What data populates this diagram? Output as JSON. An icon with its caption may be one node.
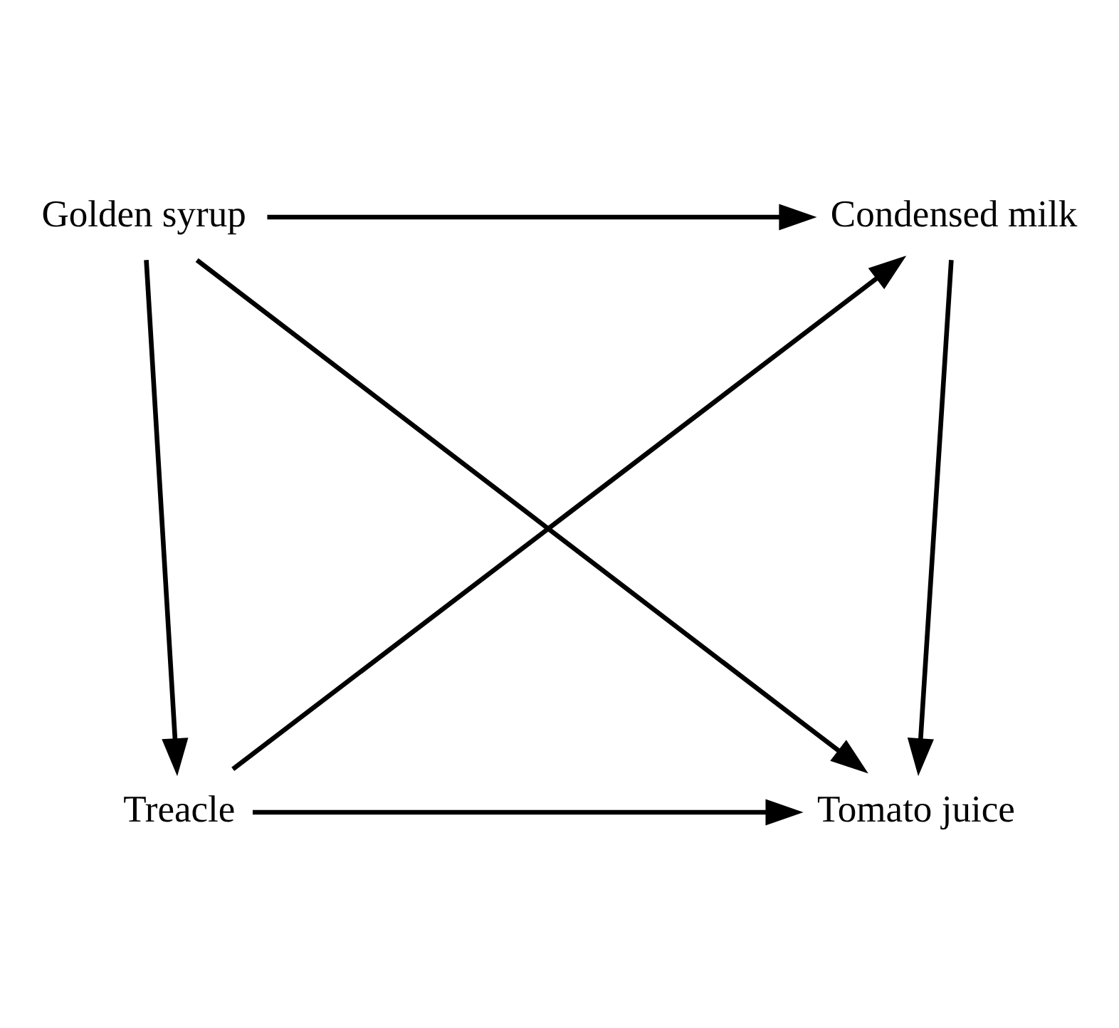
{
  "diagram": {
    "nodes": [
      {
        "text": [
          "Golden syrup"
        ]
      },
      {
        "text": [
          "Condensed milk"
        ]
      },
      {
        "text": [
          "Treacle"
        ]
      },
      {
        "text": [
          "Tomato juice"
        ]
      }
    ],
    "edges": [
      {
        "from": 0,
        "to": 1,
        "arrow": "to"
      },
      {
        "from": 0,
        "to": 2,
        "arrow": "to"
      },
      {
        "from": 0,
        "to": 3,
        "arrow": "to"
      },
      {
        "from": 1,
        "to": 3,
        "arrow": "to"
      },
      {
        "from": 2,
        "to": 1,
        "arrow": "to"
      },
      {
        "from": 2,
        "to": 3,
        "arrow": "to"
      }
    ]
  }
}
